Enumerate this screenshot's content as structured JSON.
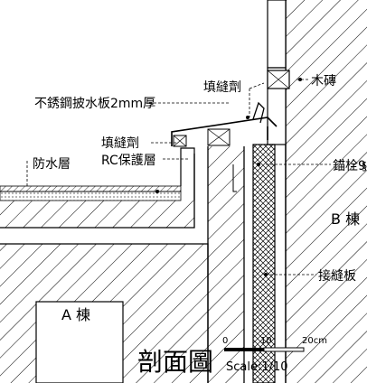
{
  "labels": {
    "filler_top": "填縫劑",
    "wood_brick": "木磚",
    "stainless_flashing": "不銹鋼披水板2mm厚",
    "filler_bottom": "填縫劑",
    "waterproof": "防水層",
    "rc_protection": "RC保護層",
    "anchor_bolt": "錨栓9",
    "building_b": "B 棟",
    "joint_board": "接縫板",
    "building_a": "A 棟"
  },
  "title": "剖面圖",
  "scale": {
    "tick_0": "0",
    "tick_10": "10",
    "tick_20": "20cm",
    "ratio": "Scale:1/10"
  }
}
